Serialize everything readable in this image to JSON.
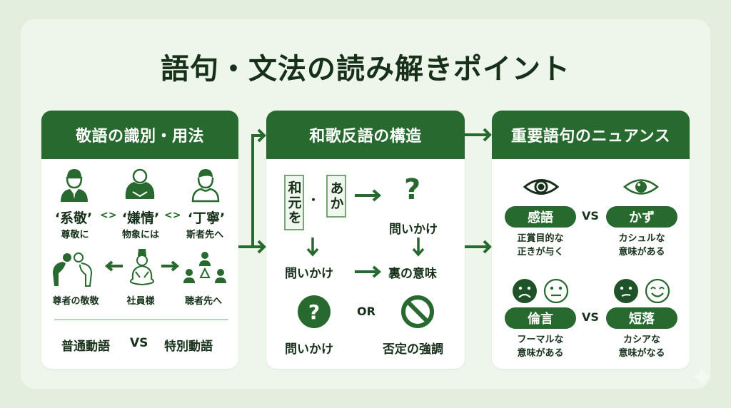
{
  "colors": {
    "primary_green": "#27692f",
    "dark_text": "#17301a",
    "background": "#e3eedf",
    "canvas": "#eef6ec"
  },
  "title": "語句・文法の読み解きポイント",
  "panel1": {
    "header": "敬語の識別・用法",
    "figures": [
      {
        "icon": "person-suit-icon",
        "term": "‘系敬’",
        "caption": "尊敬に"
      },
      {
        "icon": "person-bowing-icon",
        "term": "‘嫌情’",
        "caption": "物象には"
      },
      {
        "icon": "person-outline-icon",
        "term": "‘丁寧’",
        "caption": "斯者先へ"
      }
    ],
    "separator": "<>",
    "flow": [
      {
        "icon": "bowing-people-icon",
        "caption": "尊者の敬敬"
      },
      {
        "icon": "seated-noble-icon",
        "caption": "社員様"
      },
      {
        "icon": "group-hierarchy-icon",
        "caption": "聴者先へ"
      }
    ],
    "compare": {
      "left": "普通動語",
      "vs": "VS",
      "right": "特別動語"
    }
  },
  "panel2": {
    "header": "和歌反語の構造",
    "box1": "和元を",
    "dot": "・",
    "box2": "あか",
    "question_caption": "問いかけ",
    "row_left": "問いかけ",
    "row_right": "裏の意味",
    "or_label": "OR",
    "bottom_left": "問いかけ",
    "bottom_right": "否定の強調"
  },
  "panel3": {
    "header": "重要語句のニュアンス",
    "top": {
      "left_pill": "感語",
      "left_desc": [
        "正賞目的な",
        "正きが与く"
      ],
      "vs": "VS",
      "right_pill": "かず",
      "right_desc": [
        "カシュルな",
        "意味がある"
      ]
    },
    "bottom": {
      "left_pill": "倫言",
      "left_desc": [
        "フーマルな",
        "意味がある"
      ],
      "vs": "VS",
      "right_pill": "短落",
      "right_desc": [
        "カシアな",
        "意味がなる"
      ]
    }
  }
}
